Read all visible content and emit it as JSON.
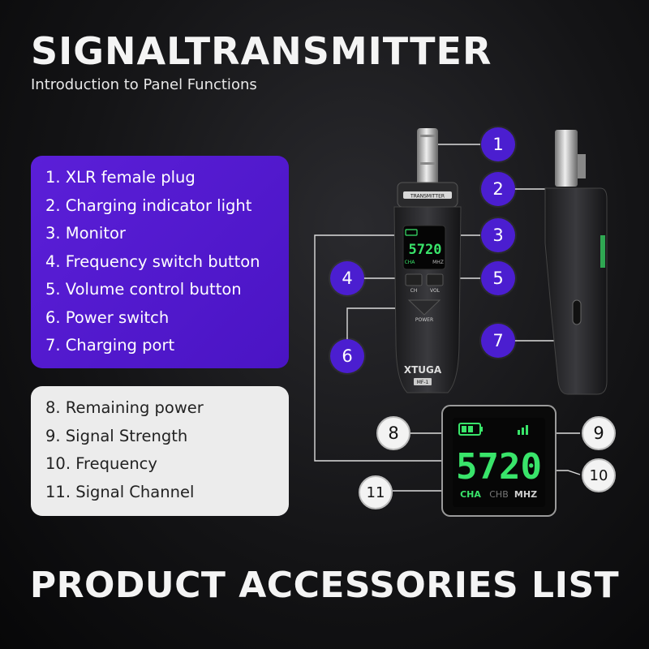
{
  "header": {
    "title": "SIGNALTRANSMITTER",
    "subtitle": "Introduction to Panel Functions"
  },
  "functions_list": {
    "items": [
      "1. XLR female plug",
      "2. Charging indicator light",
      "3. Monitor",
      "4. Frequency switch button",
      "5. Volume control button",
      "6. Power switch",
      "7. Charging port"
    ]
  },
  "display_list": {
    "items": [
      "8. Remaining power",
      "9. Signal Strength",
      "10. Frequency",
      "11. Signal Channel"
    ]
  },
  "callouts": [
    "1",
    "2",
    "3",
    "4",
    "5",
    "6",
    "7",
    "8",
    "9",
    "10",
    "11"
  ],
  "device": {
    "top_label": "TRANSMITTER",
    "brand": "XTUGA",
    "model": "MF-1",
    "btn_left": "CH",
    "btn_right": "VOL",
    "btn_power": "POWER",
    "lcd_small": "5720",
    "lcd_cha": "CHA",
    "lcd_mhz": "MHZ"
  },
  "zoom_lcd": {
    "value": "5720",
    "cha": "CHA",
    "chb": "CHB",
    "mhz": "MHZ"
  },
  "footer": {
    "title": "PRODUCT ACCESSORIES LIST"
  },
  "colors": {
    "accent_purple": "#4b1ed0",
    "lcd_green": "#39e46a"
  }
}
